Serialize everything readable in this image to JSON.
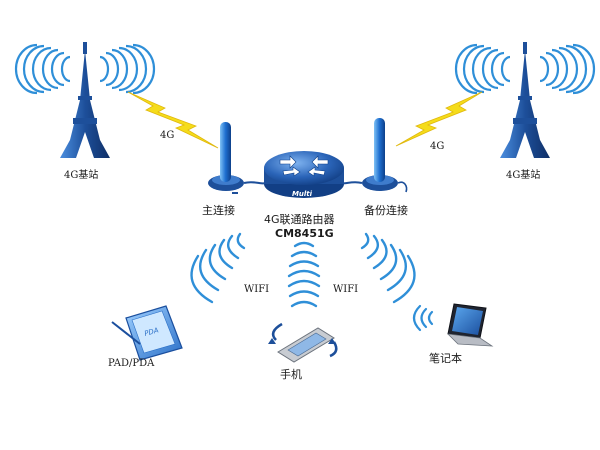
{
  "diagram": {
    "base_station_left_label": "4G基站",
    "base_station_right_label": "4G基站",
    "link_left_label": "4G",
    "link_right_label": "4G",
    "router_badge": "Multi",
    "router_name": "4G联通路由器",
    "router_model": "CM8451G",
    "antenna_main_label": "主连接",
    "antenna_backup_label": "备份连接",
    "wifi_left_label": "WIFI",
    "wifi_right_label": "WIFI",
    "pda_screen_text": "PDA",
    "pda_label": "PAD/PDA",
    "phone_label": "手机",
    "laptop_label": "笔记本"
  },
  "colors": {
    "wave_blue": "#2f8fd8",
    "tower_blue": "#1d4f9a",
    "lightning_yellow": "#f5dc1a",
    "router_blue": "#2a64b8"
  }
}
